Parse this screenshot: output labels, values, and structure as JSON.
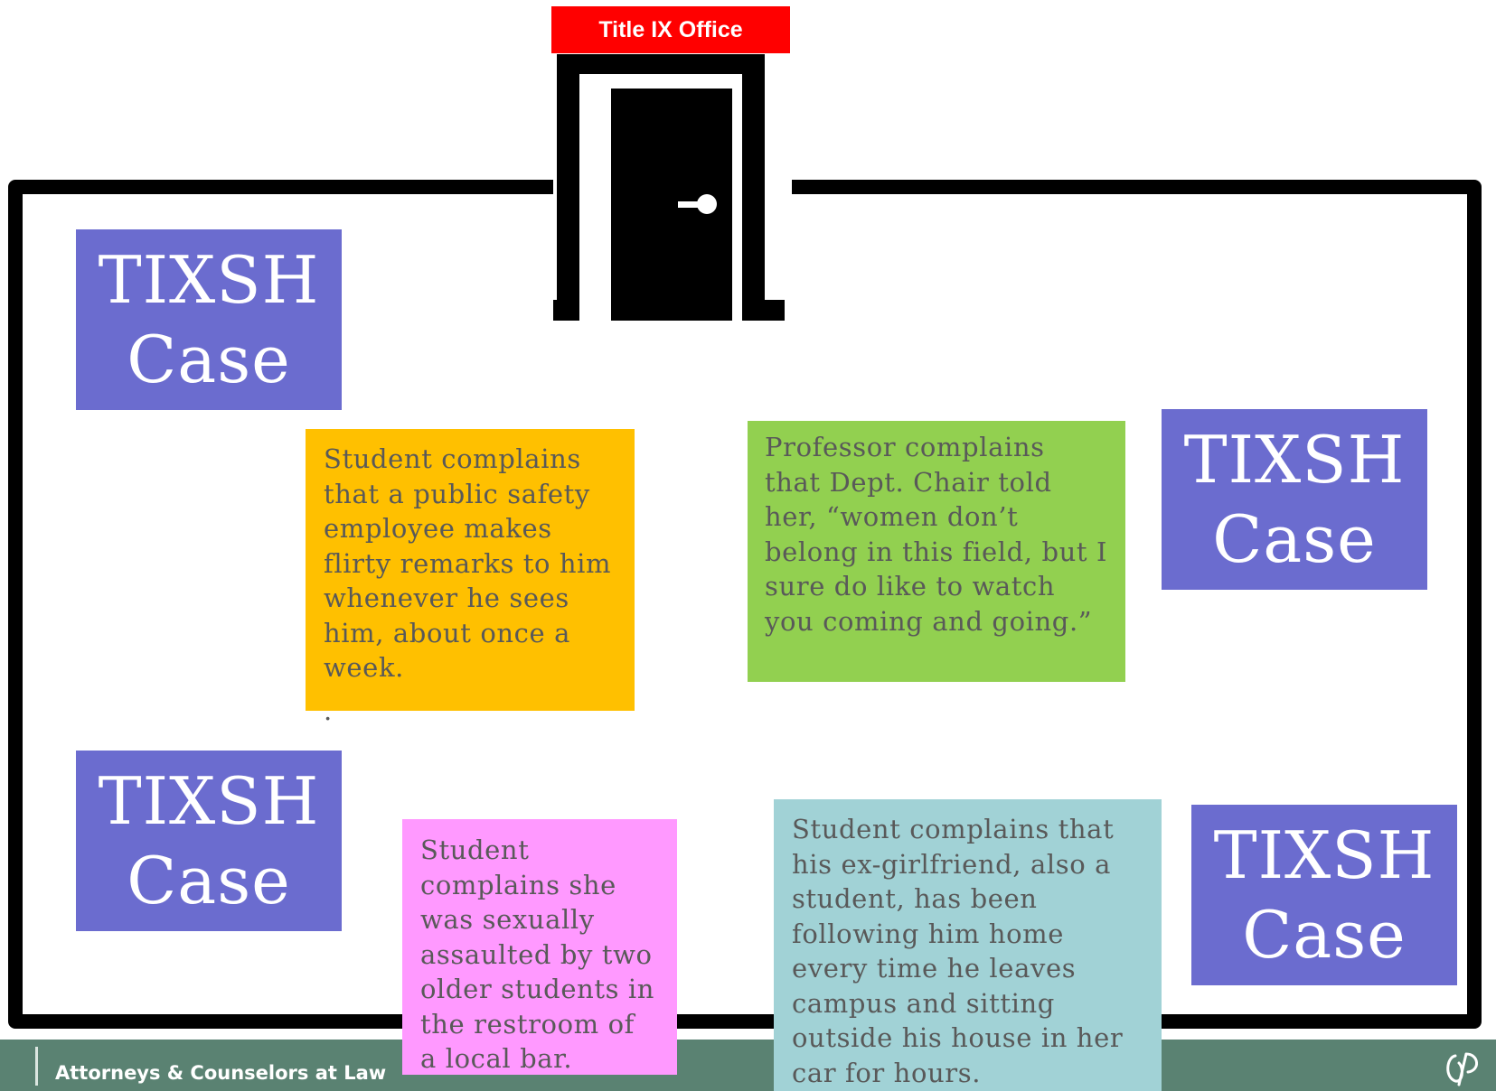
{
  "office": {
    "label": "Title IX Office",
    "label_bg": "#ff0000",
    "door_color": "#000000",
    "door_icon": "door-icon"
  },
  "tixsh_boxes": [
    {
      "line1": "TIXSH",
      "line2": "Case"
    },
    {
      "line1": "TIXSH",
      "line2": "Case"
    },
    {
      "line1": "TIXSH",
      "line2": "Case"
    },
    {
      "line1": "TIXSH",
      "line2": "Case"
    }
  ],
  "tixsh_color": "#6b6ccf",
  "notes": [
    {
      "text": "Student complains\nthat a public safety\nemployee makes\nflirty remarks to him\nwhenever he sees\nhim, about once a\nweek.",
      "color": "#ffc000"
    },
    {
      "text": "Professor complains\nthat Dept. Chair told\nher, “women don’t\nbelong in this field, but I\nsure do like to watch\nyou coming and going.”",
      "color": "#92d050"
    },
    {
      "text": "Student\ncomplains she\nwas sexually\nassaulted by two\nolder students in\nthe restroom of\na local bar.",
      "color": "#ff99ff"
    },
    {
      "text": "Student complains that\nhis ex-girlfriend, also a\nstudent, has been\nfollowing him home\nevery time he leaves\ncampus and sitting\noutside his house in her\ncar for hours.",
      "color": "#a1d2d6"
    }
  ],
  "stray_mark": ".",
  "footer": {
    "text": "Attorneys & Counselors at Law",
    "bg": "#5a8272",
    "logo_icon": "firm-logo-icon"
  }
}
